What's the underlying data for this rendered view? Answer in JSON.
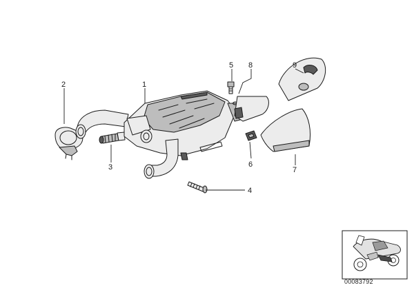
{
  "diagram": {
    "callouts": [
      {
        "id": "1",
        "label": "1"
      },
      {
        "id": "2",
        "label": "2"
      },
      {
        "id": "3",
        "label": "3"
      },
      {
        "id": "4",
        "label": "4"
      },
      {
        "id": "5",
        "label": "5"
      },
      {
        "id": "6",
        "label": "6"
      },
      {
        "id": "7",
        "label": "7"
      },
      {
        "id": "8",
        "label": "8"
      },
      {
        "id": "9",
        "label": "9"
      }
    ],
    "reference_code": "00083792",
    "colors": {
      "line": "#1a1a1a",
      "light_fill": "#ececec",
      "mid_fill": "#bdbdbd",
      "dark_fill": "#5a5a5a"
    }
  }
}
